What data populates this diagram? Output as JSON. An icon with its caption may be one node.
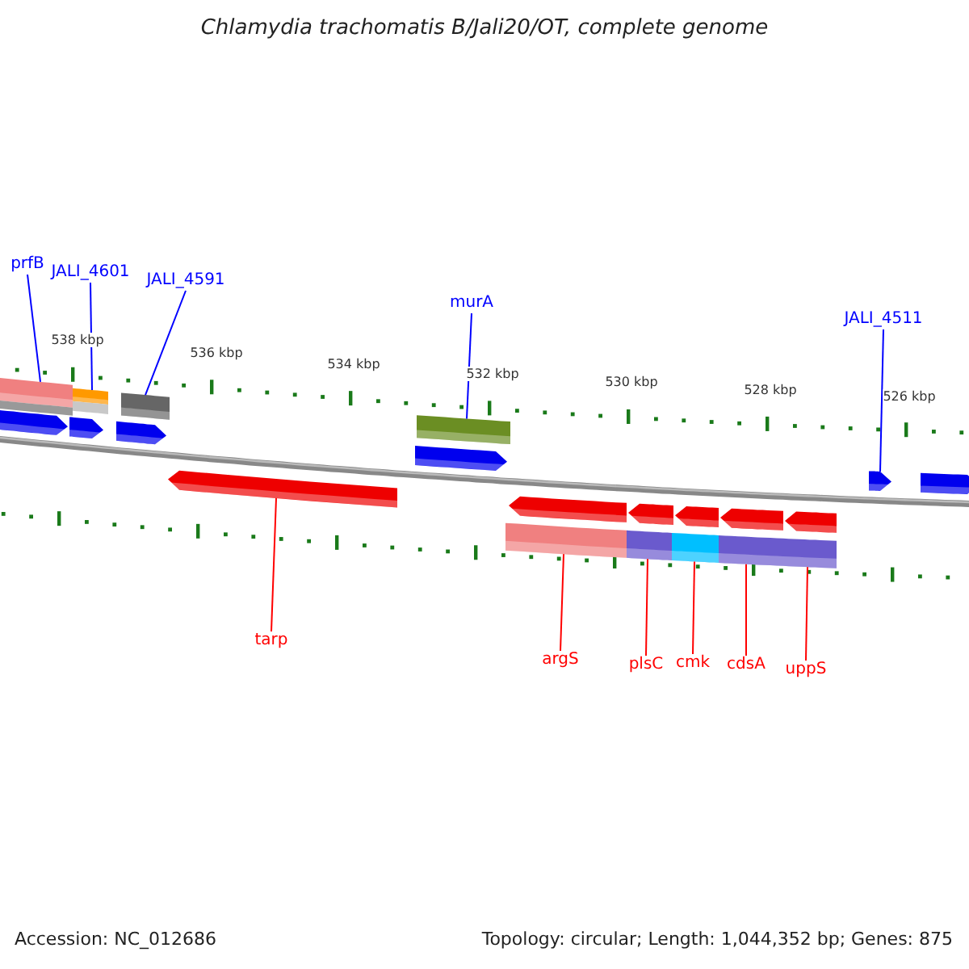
{
  "diagram": {
    "title": "Chlamydia trachomatis B/Jali20/OT, complete genome",
    "nodes": [
      {
        "text": [
          "prfB"
        ]
      },
      {
        "text": [
          "JALI_4601"
        ]
      },
      {
        "text": [
          "JALI_4591"
        ]
      },
      {
        "text": [
          "murA"
        ]
      },
      {
        "text": [
          "JALI_4511"
        ]
      },
      {
        "text": [
          "tarp"
        ]
      },
      {
        "text": [
          "argS"
        ]
      },
      {
        "text": [
          "plsC"
        ]
      },
      {
        "text": [
          "cmk"
        ]
      },
      {
        "text": [
          "cdsA"
        ]
      },
      {
        "text": [
          "uppS"
        ]
      },
      {
        "text": [],
        "shape": "bar"
      },
      {
        "text": [],
        "shape": "arrow"
      },
      {
        "text": [],
        "shape": "arrow"
      },
      {
        "text": [],
        "shape": "bar"
      },
      {
        "text": [],
        "shape": "arrow"
      },
      {
        "text": [],
        "shape": "bar"
      },
      {
        "text": [],
        "shape": "arrow"
      },
      {
        "text": [],
        "shape": "arrow"
      },
      {
        "text": [],
        "shape": "bar"
      },
      {
        "text": [],
        "shape": "bar"
      },
      {
        "text": [],
        "shape": "arrow"
      },
      {
        "text": [],
        "shape": "bar"
      },
      {
        "text": [],
        "shape": "arrow"
      },
      {
        "text": [],
        "shape": "bar"
      },
      {
        "text": [],
        "shape": "arrow"
      },
      {
        "text": [],
        "shape": "bar"
      },
      {
        "text": [],
        "shape": "arrow"
      },
      {
        "text": [],
        "shape": "bar"
      },
      {
        "text": [],
        "shape": "arrow"
      },
      {
        "text": [],
        "shape": "arrow"
      },
      {
        "text": [],
        "shape": "arrow"
      }
    ],
    "edges": [
      {
        "from": 0,
        "to": 11,
        "arrow": "none",
        "color": "#0000ff"
      },
      {
        "from": 1,
        "to": 14,
        "arrow": "none",
        "color": "#0000ff"
      },
      {
        "from": 2,
        "to": 16,
        "arrow": "none",
        "color": "#0000ff"
      },
      {
        "from": 3,
        "to": 19,
        "arrow": "none",
        "color": "#0000ff"
      },
      {
        "from": 4,
        "to": 30,
        "arrow": "none",
        "color": "#0000ff"
      },
      {
        "from": 5,
        "to": 17,
        "arrow": "none"
      },
      {
        "from": 6,
        "to": 20,
        "arrow": "none"
      },
      {
        "from": 7,
        "to": 22,
        "arrow": "none"
      },
      {
        "from": 8,
        "to": 24,
        "arrow": "none"
      },
      {
        "from": 9,
        "to": 26,
        "arrow": "none"
      },
      {
        "from": 10,
        "to": 28,
        "arrow": "none"
      }
    ],
    "labels": [
      "538 kbp",
      "536 kbp",
      "534 kbp",
      "532 kbp",
      "530 kbp",
      "528 kbp",
      "526 kbp",
      "Accession: NC_012686",
      "Topology: circular; Length: 1,044,352 bp; Genes: 875"
    ]
  }
}
